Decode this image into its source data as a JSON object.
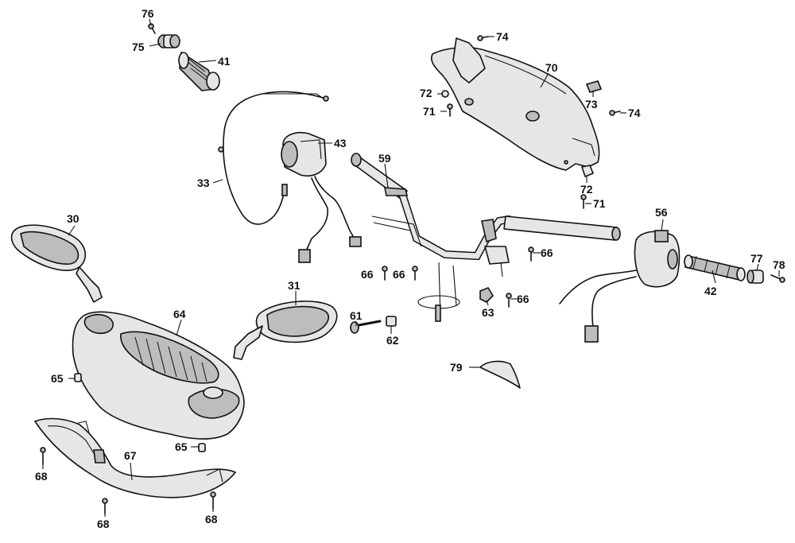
{
  "callouts": {
    "c76": "76",
    "c75": "75",
    "c41": "41",
    "c33": "33",
    "c43": "43",
    "c30": "30",
    "c64": "64",
    "c65a": "65",
    "c65b": "65",
    "c67": "67",
    "c68a": "68",
    "c68b": "68",
    "c68c": "68",
    "c31": "31",
    "c59": "59",
    "c66a": "66",
    "c66b": "66",
    "c66c": "66",
    "c66d": "66",
    "c61": "61",
    "c62": "62",
    "c63": "63",
    "c72a": "72",
    "c71a": "71",
    "c70": "70",
    "c73": "73",
    "c74a": "74",
    "c74b": "74",
    "c72b": "72",
    "c71b": "71",
    "c56": "56",
    "c77": "77",
    "c78": "78",
    "c42": "42",
    "c79": "79"
  }
}
